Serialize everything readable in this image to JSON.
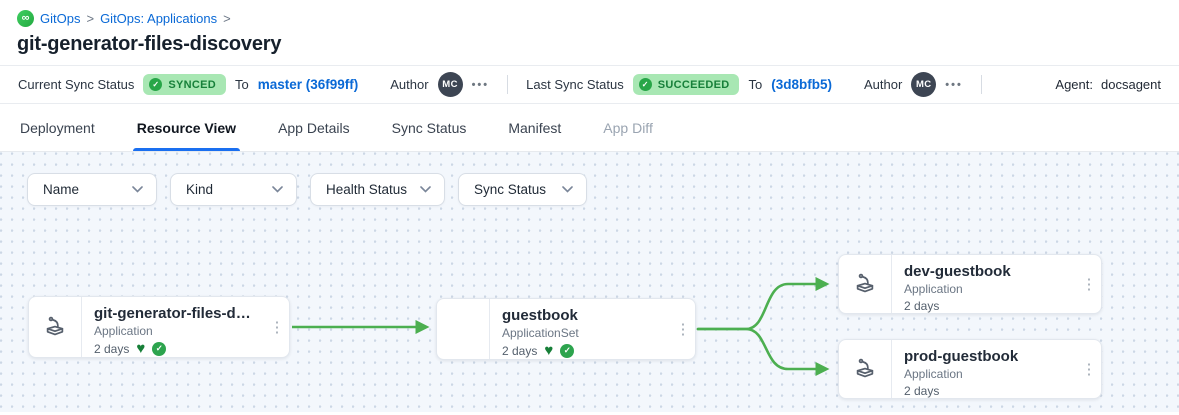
{
  "breadcrumb": {
    "items": [
      "GitOps",
      "GitOps: Applications"
    ],
    "separator": ">"
  },
  "title": "git-generator-files-discovery",
  "status_bar": {
    "current_sync": {
      "label": "Current Sync Status",
      "status": "SYNCED",
      "to_label": "To",
      "revision": "master (36f99ff)"
    },
    "author1": {
      "label": "Author",
      "initials": "MC"
    },
    "last_sync": {
      "label": "Last Sync Status",
      "status": "SUCCEEDED",
      "to_label": "To",
      "revision": "(3d8bfb5)"
    },
    "author2": {
      "label": "Author",
      "initials": "MC"
    },
    "agent": {
      "label": "Agent:",
      "value": "docsagent"
    }
  },
  "tabs": [
    {
      "label": "Deployment",
      "state": "normal"
    },
    {
      "label": "Resource View",
      "state": "active"
    },
    {
      "label": "App Details",
      "state": "normal"
    },
    {
      "label": "Sync Status",
      "state": "normal"
    },
    {
      "label": "Manifest",
      "state": "normal"
    },
    {
      "label": "App Diff",
      "state": "disabled"
    }
  ],
  "filters": [
    {
      "label": "Name"
    },
    {
      "label": "Kind"
    },
    {
      "label": "Health Status"
    },
    {
      "label": "Sync Status"
    }
  ],
  "graph": {
    "nodes": [
      {
        "title": "git-generator-files-disco...",
        "kind": "Application",
        "age": "2 days",
        "healthy": true,
        "synced": true
      },
      {
        "title": "guestbook",
        "kind": "ApplicationSet",
        "age": "2 days",
        "healthy": true,
        "synced": true
      },
      {
        "title": "dev-guestbook",
        "kind": "Application",
        "age": "2 days",
        "healthy": false,
        "synced": false
      },
      {
        "title": "prod-guestbook",
        "kind": "Application",
        "age": "2 days",
        "healthy": false,
        "synced": false
      }
    ],
    "edges": [
      {
        "from": "git-generator-files-disco...",
        "to": "guestbook"
      },
      {
        "from": "guestbook",
        "to": "dev-guestbook"
      },
      {
        "from": "guestbook",
        "to": "prod-guestbook"
      }
    ]
  },
  "icons": {
    "infinity": "∞",
    "check": "✓",
    "heart": "♥",
    "kebab_menu": "⋮",
    "more_options": "•••"
  },
  "colors": {
    "link_blue": "#0a69d6",
    "tab_accent_blue": "#1a6ff0",
    "badge_green_bg": "#a8e7b3",
    "badge_green_text": "#17803a",
    "edge_green": "#4caf50",
    "health_green": "#177f38",
    "sync_green": "#2da44e",
    "canvas_bg": "#f3f7fc",
    "canvas_dot": "#ccd7e5",
    "avatar_bg": "#3d4553"
  }
}
